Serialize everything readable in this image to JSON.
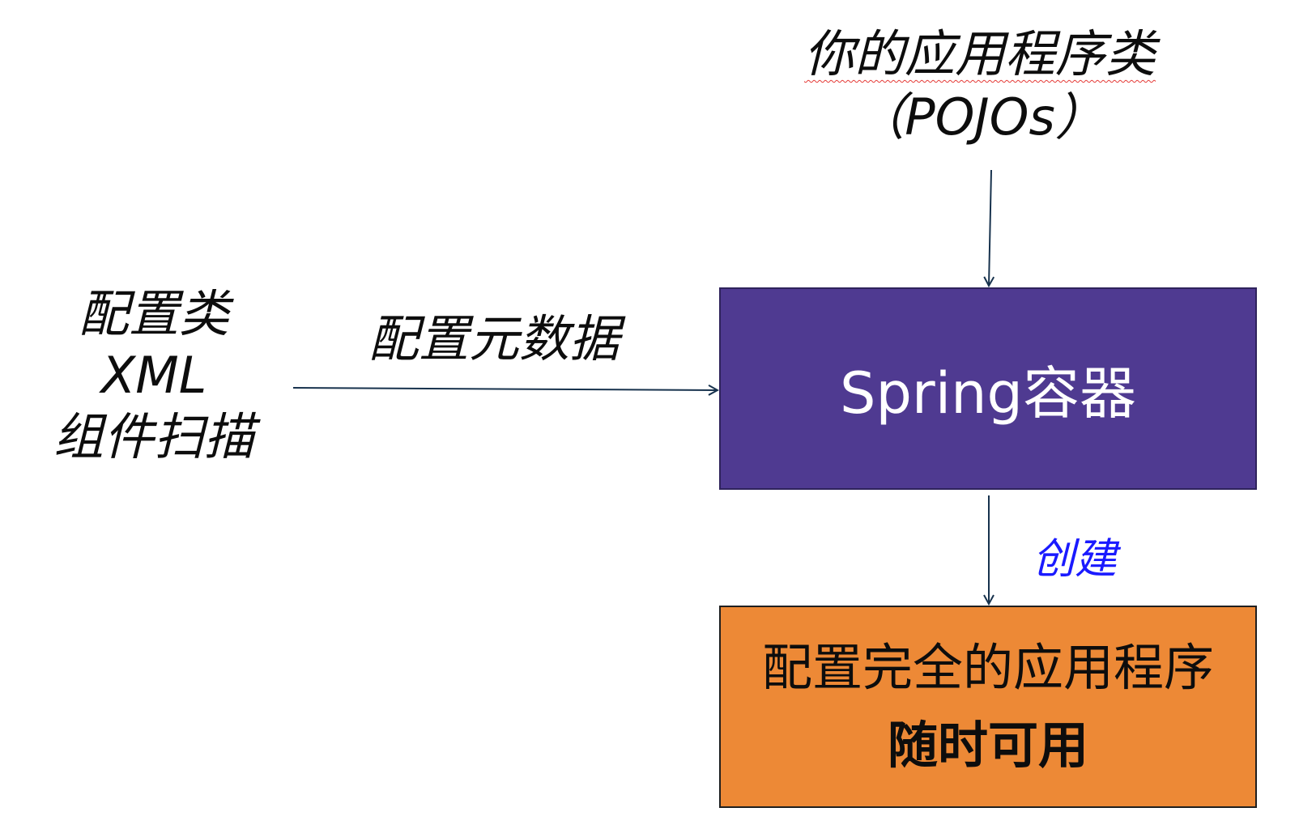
{
  "sources": {
    "items": [
      "配置类",
      "XML",
      "组件扫描"
    ]
  },
  "metadata_label": "配置元数据",
  "pojos": {
    "line1": "你的应用程序类",
    "line2": "（POJOs）"
  },
  "container": {
    "label": "Spring容器",
    "fill_color": "#4f3a91"
  },
  "create_label": "创建",
  "application": {
    "line1": "配置完全的应用程序",
    "line2": "随时可用",
    "fill_color": "#ed8936"
  },
  "colors": {
    "arrow": "#17324d",
    "create_text": "#1a1aff"
  }
}
